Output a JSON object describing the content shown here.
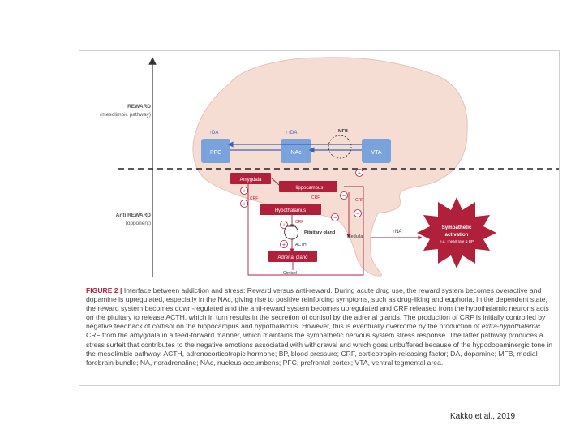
{
  "reward": {
    "title": "REWARD",
    "subtitle": "(mesolimbic pathway)"
  },
  "anti_reward": {
    "title": "Anti REWARD",
    "subtitle": "(opponent)"
  },
  "regions": {
    "pfc": "PFC",
    "nac": "NAc",
    "vta": "VTA",
    "mfb": "MFB",
    "amygdala": "Amygdala",
    "hippocampus": "Hippocampus",
    "hypothalamus": "Hypothalamus",
    "pituitary": "Pituitary gland",
    "adrenal": "Adrenal gland",
    "medulla": "Medulla"
  },
  "signals": {
    "da_up_one": "↑DA",
    "da_up_two": "↑↑DA",
    "crf": "CRF",
    "acth": "ACTH",
    "cortisol": "Cortisol",
    "na": "↑NA",
    "plus": "+",
    "minus": "−"
  },
  "sympathetic": {
    "line1": "Sympathetic",
    "line2": "activation",
    "line3": "e.g. ↑heart rate & BP"
  },
  "caption": {
    "label": "FIGURE 2 |",
    "part1": " Interface between addiction and stress: Reward versus anti-reward. During acute drug use, the reward system becomes overactive and dopamine is upregulated, especially in the NAc, giving rise to positive reinforcing symptoms, such as drug-liking and euphoria. In the dependent state, the reward system becomes down-regulated and the anti-reward system becomes upregulated and CRF released from the hypothalamic neurons acts on the pituitary to release ACTH, which in turn results in the secretion of cortisol by the adrenal glands. The production of CRF is initially controlled by negative feedback of cortisol on the hippocampus and hypothalamus. However, this is eventually overcome by the production of ",
    "emphasis": "extra-hypothalamic",
    "part2": " CRF from the amygdala in a feed-forward manner, which maintains the sympathetic nervous system stress response. The latter pathway produces a stress surfeit that contributes to the negative emotions associated with withdrawal and which goes unbuffered because of the hypodopaminergic tone in the mesolimbic pathway. ACTH, adrenocorticotropic hormone; BP, blood pressure; CRF, corticotropin-releasing factor; DA, dopamine; MFB, medial forebrain bundle; NA, noradrenaline; NAc, nucleus accumbens; PFC, prefrontal cortex; VTA, ventral tegmental area."
  },
  "credit": "Kakko et al., 2019",
  "colors": {
    "brain": "#f6ddd4",
    "region": "#7aa3dc",
    "pathway": "#b0203a",
    "sympathetic": "#b0203a",
    "axis": "#333333"
  }
}
